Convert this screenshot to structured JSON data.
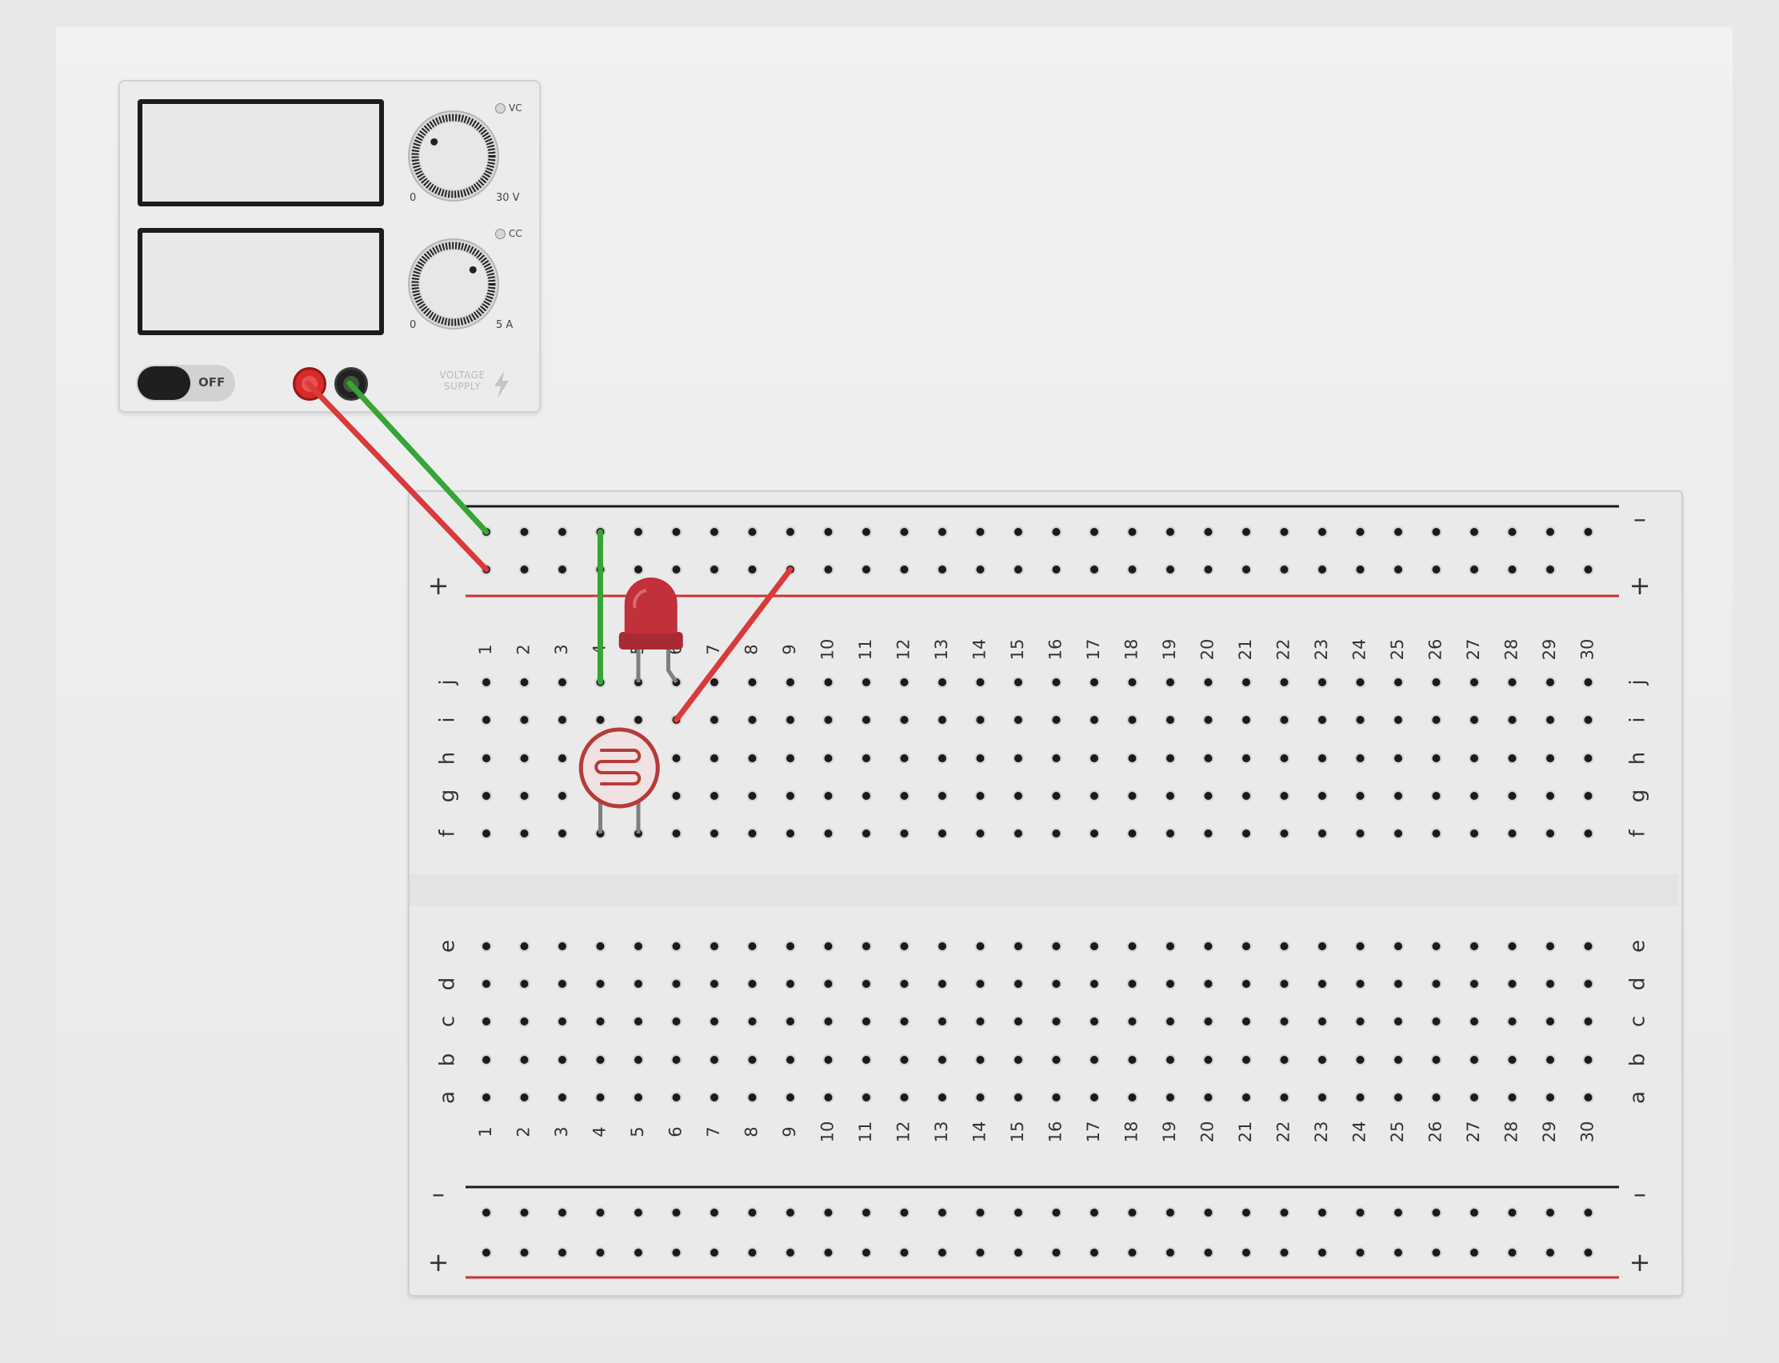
{
  "supply": {
    "voltage_knob": {
      "min_label": "0",
      "max_label": "30 V",
      "indicator_label": "VC",
      "level": 0.3
    },
    "current_knob": {
      "min_label": "0",
      "max_label": "5 A",
      "indicator_label": "CC",
      "level": 0.7
    },
    "power_switch_label": "OFF",
    "brand_line1": "VOLTAGE",
    "brand_line2": "SUPPLY"
  },
  "breadboard": {
    "columns": 30,
    "row_letters_top": [
      "j",
      "i",
      "h",
      "g",
      "f"
    ],
    "row_letters_bottom": [
      "e",
      "d",
      "c",
      "b",
      "a"
    ],
    "rail_minus": "–",
    "rail_plus": "+",
    "colors": {
      "rail_positive": "#d03030",
      "rail_negative": "#1a1a1a",
      "hole": "#1b1b1b"
    }
  },
  "components": {
    "wires": [
      {
        "name": "wire-supply-negative",
        "color": "#35a535",
        "from": "supply-negative",
        "to": "top-rail-minus-1"
      },
      {
        "name": "wire-supply-positive",
        "color": "#d93a3a",
        "from": "supply-positive",
        "to": "top-rail-plus-1"
      },
      {
        "name": "wire-jumper-green",
        "color": "#35a535",
        "from": "top-rail-minus-4",
        "to": "j4"
      },
      {
        "name": "wire-jumper-red",
        "color": "#d93a3a",
        "from": "top-rail-plus-9",
        "to": "i6"
      }
    ],
    "led": {
      "color": "#c2303a",
      "legs": [
        "j5",
        "j6"
      ]
    },
    "photoresistor": {
      "legs": [
        "f4",
        "f5"
      ]
    }
  }
}
